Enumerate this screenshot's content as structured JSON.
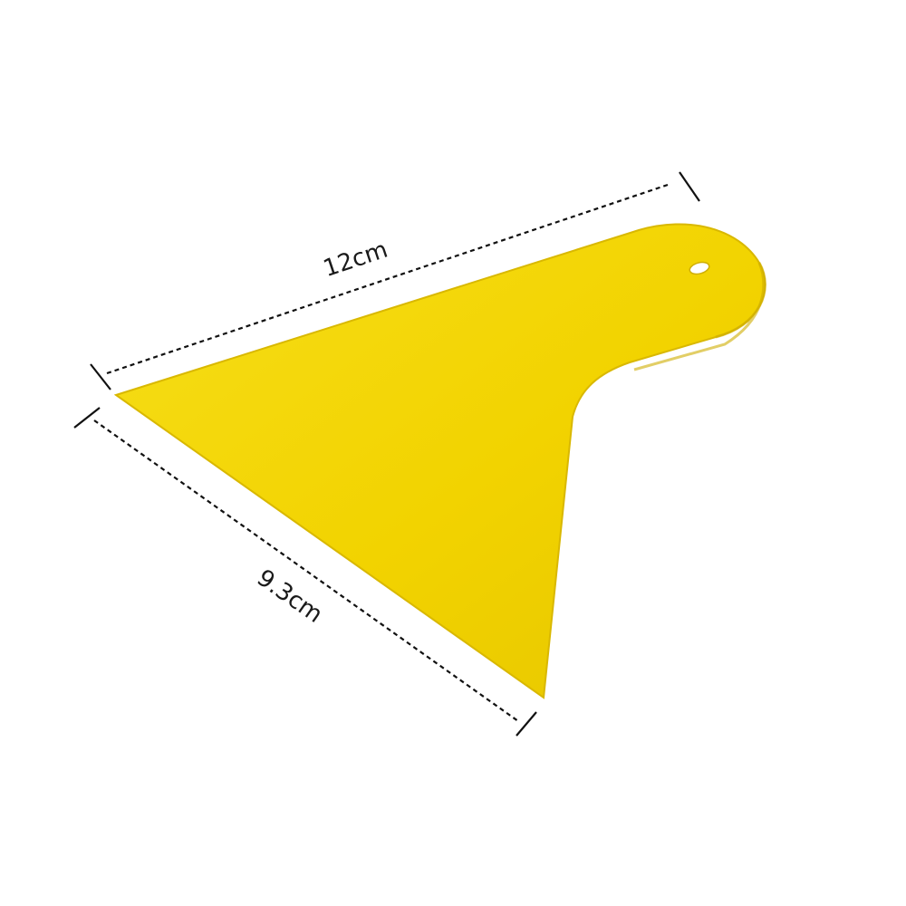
{
  "product": {
    "name": "yellow-plastic-squeegee",
    "color": "#F2D300",
    "edge_color": "#D9B800"
  },
  "dimensions": {
    "length_label": "12cm",
    "width_label": "9.3cm",
    "line_color": "#111111"
  }
}
